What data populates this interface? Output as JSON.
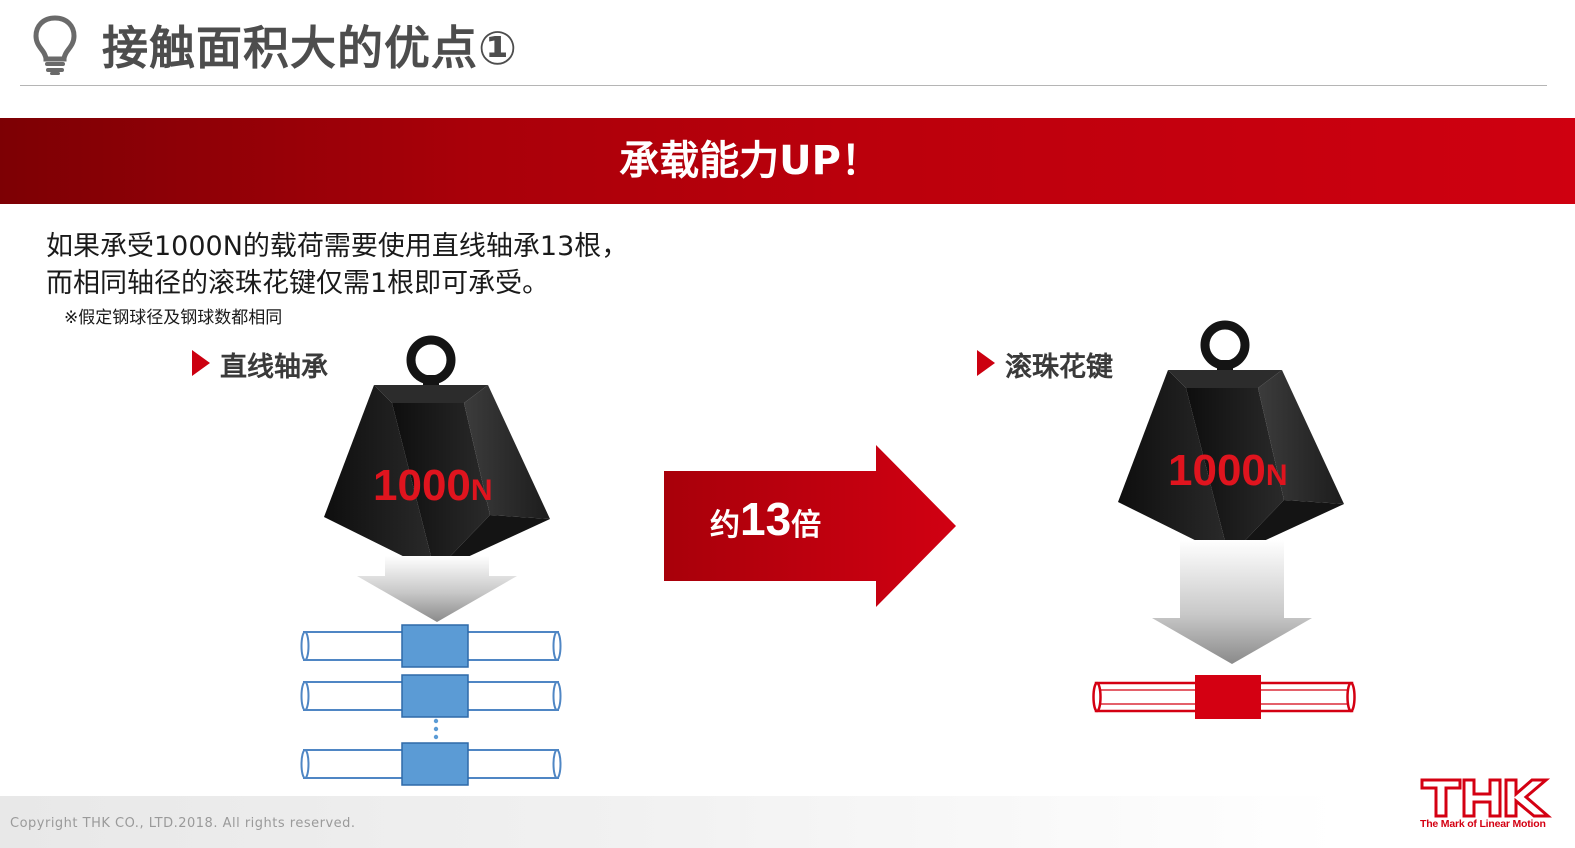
{
  "header": {
    "title": "接触面积大的优点①",
    "icon": "lightbulb-icon"
  },
  "banner": {
    "text": "承载能力UP！"
  },
  "description": {
    "line1": "如果承受1000N的载荷需要使用直线轴承13根，",
    "line2": "而相同轴径的滚珠花键仅需1根即可承受。",
    "note": "※假定钢球径及钢球数都相同"
  },
  "left_panel": {
    "label": "直线轴承",
    "weight_value": "1000",
    "weight_unit": "N",
    "shaft_count_shown": 3,
    "shaft_color": "#5b9bd5"
  },
  "comparison_arrow": {
    "prefix": "约",
    "multiplier": "13",
    "suffix": "倍"
  },
  "right_panel": {
    "label": "滚珠花键",
    "weight_value": "1000",
    "weight_unit": "N",
    "shaft_color": "#d40012"
  },
  "footer": {
    "copyright": "Copyright THK CO., LTD.2018. All rights reserved.",
    "logo_text": "THK",
    "logo_tagline": "The Mark of Linear Motion"
  },
  "colors": {
    "brand_red": "#cc0010",
    "weight_black": "#1e1e1e",
    "title_gray": "#4d4d4d"
  }
}
